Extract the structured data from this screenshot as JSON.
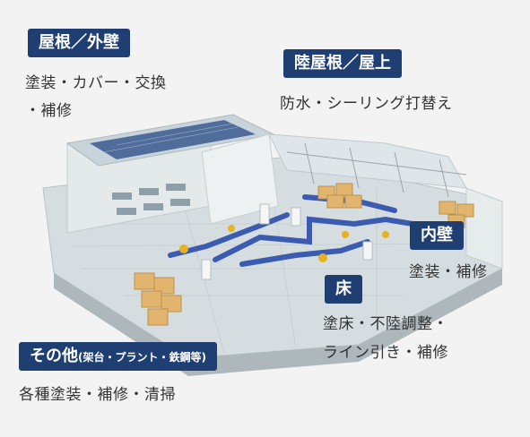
{
  "labels": {
    "roof": {
      "title": "屋根／外壁",
      "line1": "塗装・カバー・交換",
      "line2": "・補修"
    },
    "flat_roof": {
      "title": "陸屋根／屋上",
      "line1": "防水・シーリング打替え"
    },
    "inner_wall": {
      "title": "内壁",
      "line1": "塗装・補修"
    },
    "floor": {
      "title": "床",
      "line1": "塗床・不陸調整・",
      "line2": "ライン引き・補修"
    },
    "other": {
      "title_main": "その他",
      "title_sub": "(架台・プラント・鉄鋼等)",
      "line1": "各種塗装・補修・清掃"
    }
  },
  "colors": {
    "badge": "#1f3f73",
    "text": "#333333",
    "background": "#f3f3f3",
    "conveyor": "#3a5bb0",
    "robot": "#e7b221",
    "box": "#e2b56f"
  }
}
